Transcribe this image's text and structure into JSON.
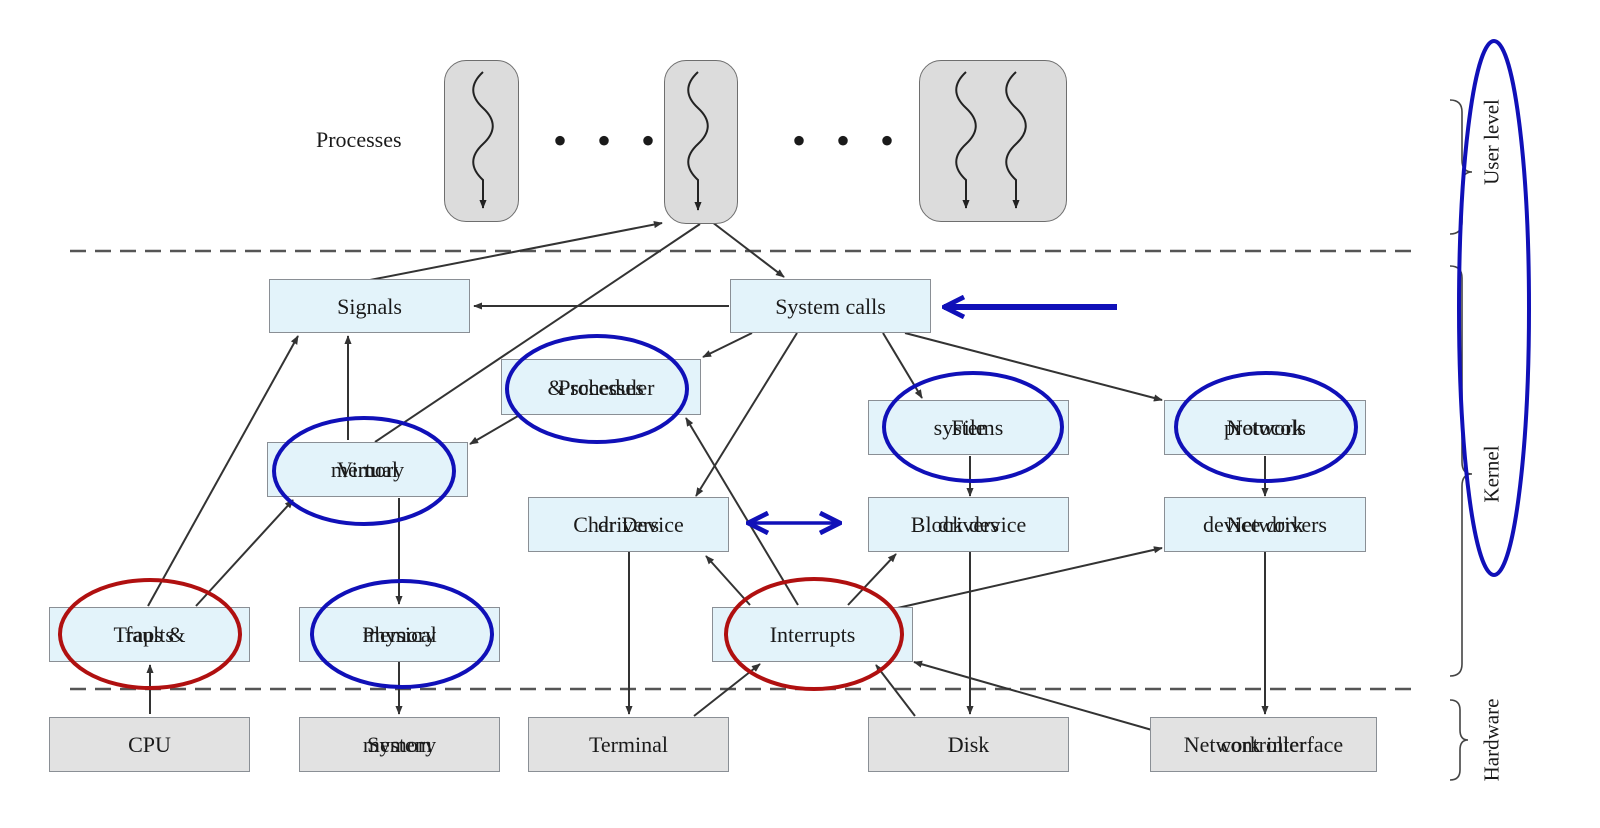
{
  "processes_label": "Processes",
  "ellipsis": "• • •",
  "boxes": {
    "signals": [
      "Signals"
    ],
    "system_calls": [
      "System calls"
    ],
    "processes_scheduler": [
      "Processes",
      "& scheduler"
    ],
    "file_systems": [
      "File",
      "systems"
    ],
    "network_protocols": [
      "Network",
      "protocols"
    ],
    "virtual_memory": [
      "Virtual",
      "memory"
    ],
    "char_device_drivers": [
      "Char Device",
      "drivers"
    ],
    "block_device_drivers": [
      "Block device",
      "drivers"
    ],
    "network_device_drivers": [
      "Network",
      "device drivers"
    ],
    "traps_faults": [
      "Traps &",
      "faults"
    ],
    "physical_memory": [
      "Physical",
      "memory"
    ],
    "interrupts": [
      "Interrupts"
    ],
    "cpu": [
      "CPU"
    ],
    "system_memory": [
      "System",
      "memory"
    ],
    "terminal": [
      "Terminal"
    ],
    "disk": [
      "Disk"
    ],
    "nic": [
      "Network interface",
      "controller"
    ]
  },
  "levels": {
    "user": "User level",
    "kernel": "Kernel",
    "hardware": "Hardware"
  },
  "colors": {
    "kernel_box": "#e3f3fa",
    "hardware_box": "#e2e2e2",
    "process": "#dcdcdc",
    "arrow": "#333333",
    "highlight_blue": "#1010b8",
    "highlight_red": "#b01010"
  }
}
